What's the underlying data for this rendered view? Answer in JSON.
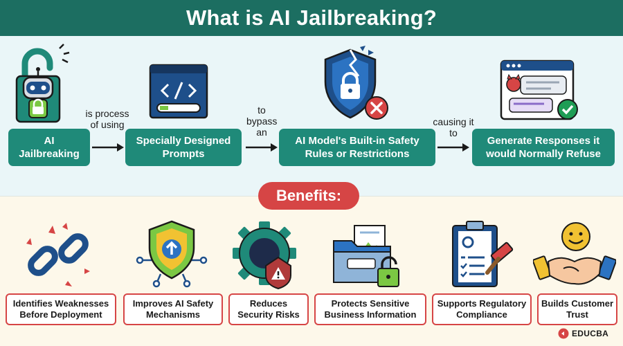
{
  "title": "What is AI Jailbreaking?",
  "flow": {
    "step1": "AI Jailbreaking",
    "connector1": "is process of using",
    "step2": "Specially Designed Prompts",
    "connector2": "to bypass an",
    "step3": "AI Model's Built-in Safety Rules or Restrictions",
    "connector3": "causing it to",
    "step4": "Generate Responses it would Normally Refuse"
  },
  "benefits_label": "Benefits:",
  "benefits": [
    "Identifies Weaknesses Before Deployment",
    "Improves AI Safety Mechanisms",
    "Reduces Security Risks",
    "Protects Sensitive Business Information",
    "Supports Regulatory Compliance",
    "Builds Customer Trust"
  ],
  "brand": "EDUCBA",
  "colors": {
    "title_bg": "#1c6e61",
    "flow_box": "#1f8a79",
    "accent_red": "#d64545",
    "top_bg": "#eaf6f8",
    "bottom_bg": "#fdf8ea"
  }
}
